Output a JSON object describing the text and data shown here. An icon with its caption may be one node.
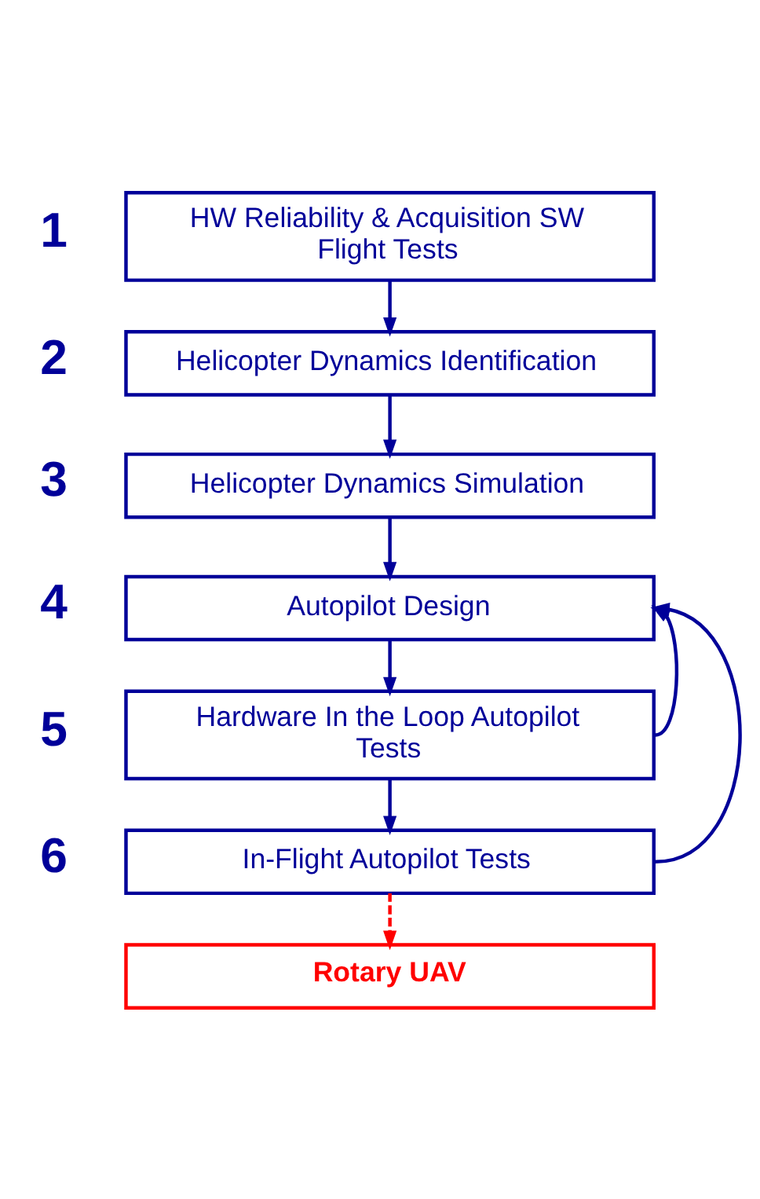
{
  "diagram": {
    "nodes": [
      {
        "text": [
          "HW Reliability & Acquisition SW Flight Tests"
        ],
        "beside": [
          "1"
        ]
      },
      {
        "text": [
          "Helicopter Dynamics Identification"
        ],
        "beside": [
          "2"
        ]
      },
      {
        "text": [
          "Helicopter Dynamics Simulation"
        ],
        "beside": [
          "3"
        ]
      },
      {
        "text": [
          "Autopilot Design"
        ],
        "beside": [
          "4"
        ]
      },
      {
        "text": [
          "Hardware In the Loop Autopilot Tests"
        ],
        "beside": [
          "5"
        ]
      },
      {
        "text": [
          "In-Flight Autopilot Tests"
        ],
        "beside": [
          "6"
        ]
      },
      {
        "text": [
          "Rotary UAV"
        ]
      }
    ],
    "edges": [
      {
        "from": 0,
        "to": 1,
        "arrow": "to"
      },
      {
        "from": 1,
        "to": 2,
        "arrow": "to"
      },
      {
        "from": 2,
        "to": 3,
        "arrow": "to"
      },
      {
        "from": 3,
        "to": 4,
        "arrow": "to"
      },
      {
        "from": 4,
        "to": 5,
        "arrow": "to"
      },
      {
        "from": 5,
        "to": 6,
        "arrow": "to",
        "style": "dashed",
        "color": "#ff0000"
      },
      {
        "from": 4,
        "to": 3,
        "arrow": "to"
      },
      {
        "from": 5,
        "to": 3,
        "arrow": "to"
      }
    ]
  }
}
